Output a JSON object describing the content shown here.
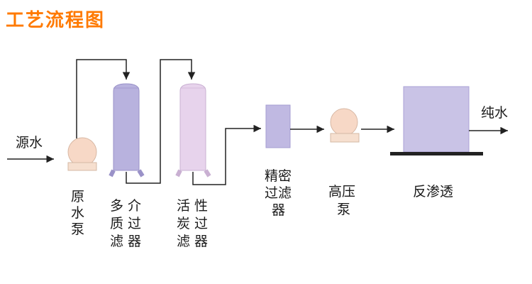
{
  "title": "工艺流程图",
  "input_label": "源水",
  "output_label": "纯水",
  "units": {
    "raw_pump": [
      "原",
      "水",
      "泵"
    ],
    "multimedia_filter": [
      "多",
      "介",
      "质",
      "过",
      "滤",
      "器"
    ],
    "carbon_filter": [
      "活",
      "性",
      "炭",
      "过",
      "滤",
      "器"
    ],
    "precision_filter": [
      "精密",
      "过滤",
      "器"
    ],
    "hp_pump": [
      "高压",
      "泵"
    ],
    "ro": "反渗透"
  },
  "colors": {
    "title": "#ff7a00",
    "pump_body": "#f7d8c6",
    "pump_base": "#f6dfcf",
    "multimedia_filter": "#b8b2de",
    "carbon_filter": "#e7d3ec",
    "precision_filter": "#c0b9e2",
    "ro_box": "#c9c3e6",
    "line": "#222222"
  }
}
